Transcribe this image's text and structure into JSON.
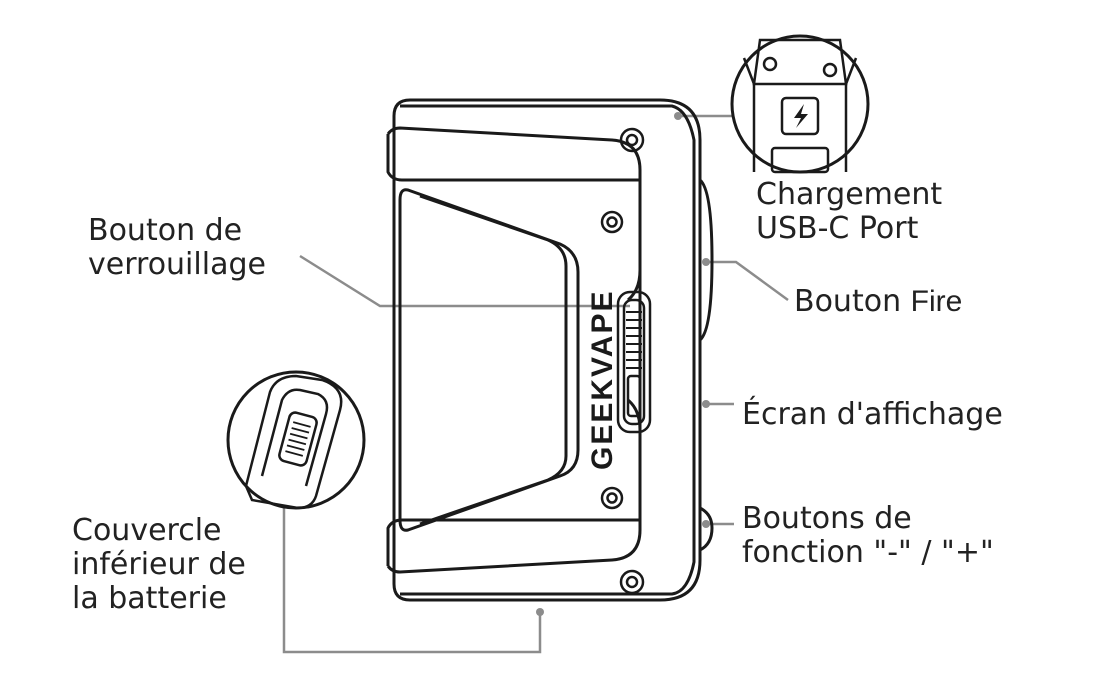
{
  "brand_text": "GEEKVAPE",
  "colors": {
    "outline": "#1a1a1a",
    "leader": "#8c8c8c",
    "text": "#222222"
  },
  "labels": {
    "charging": {
      "line1": "Chargement",
      "line2": "USB-C Port"
    },
    "lock": {
      "line1": "Bouton de",
      "line2": "verrouillage"
    },
    "fire": {
      "prefix": "Bouton ",
      "word": "Fire"
    },
    "screen": {
      "text": "Écran d'affichage"
    },
    "function": {
      "line1": "Boutons de",
      "line2": "fonction \"-\" / \"+\""
    },
    "battery_cover": {
      "line1": "Couvercle",
      "line2": "inférieur de",
      "line3": "la batterie"
    }
  },
  "icons": {
    "usb_port": "lightning-bolt-icon"
  }
}
